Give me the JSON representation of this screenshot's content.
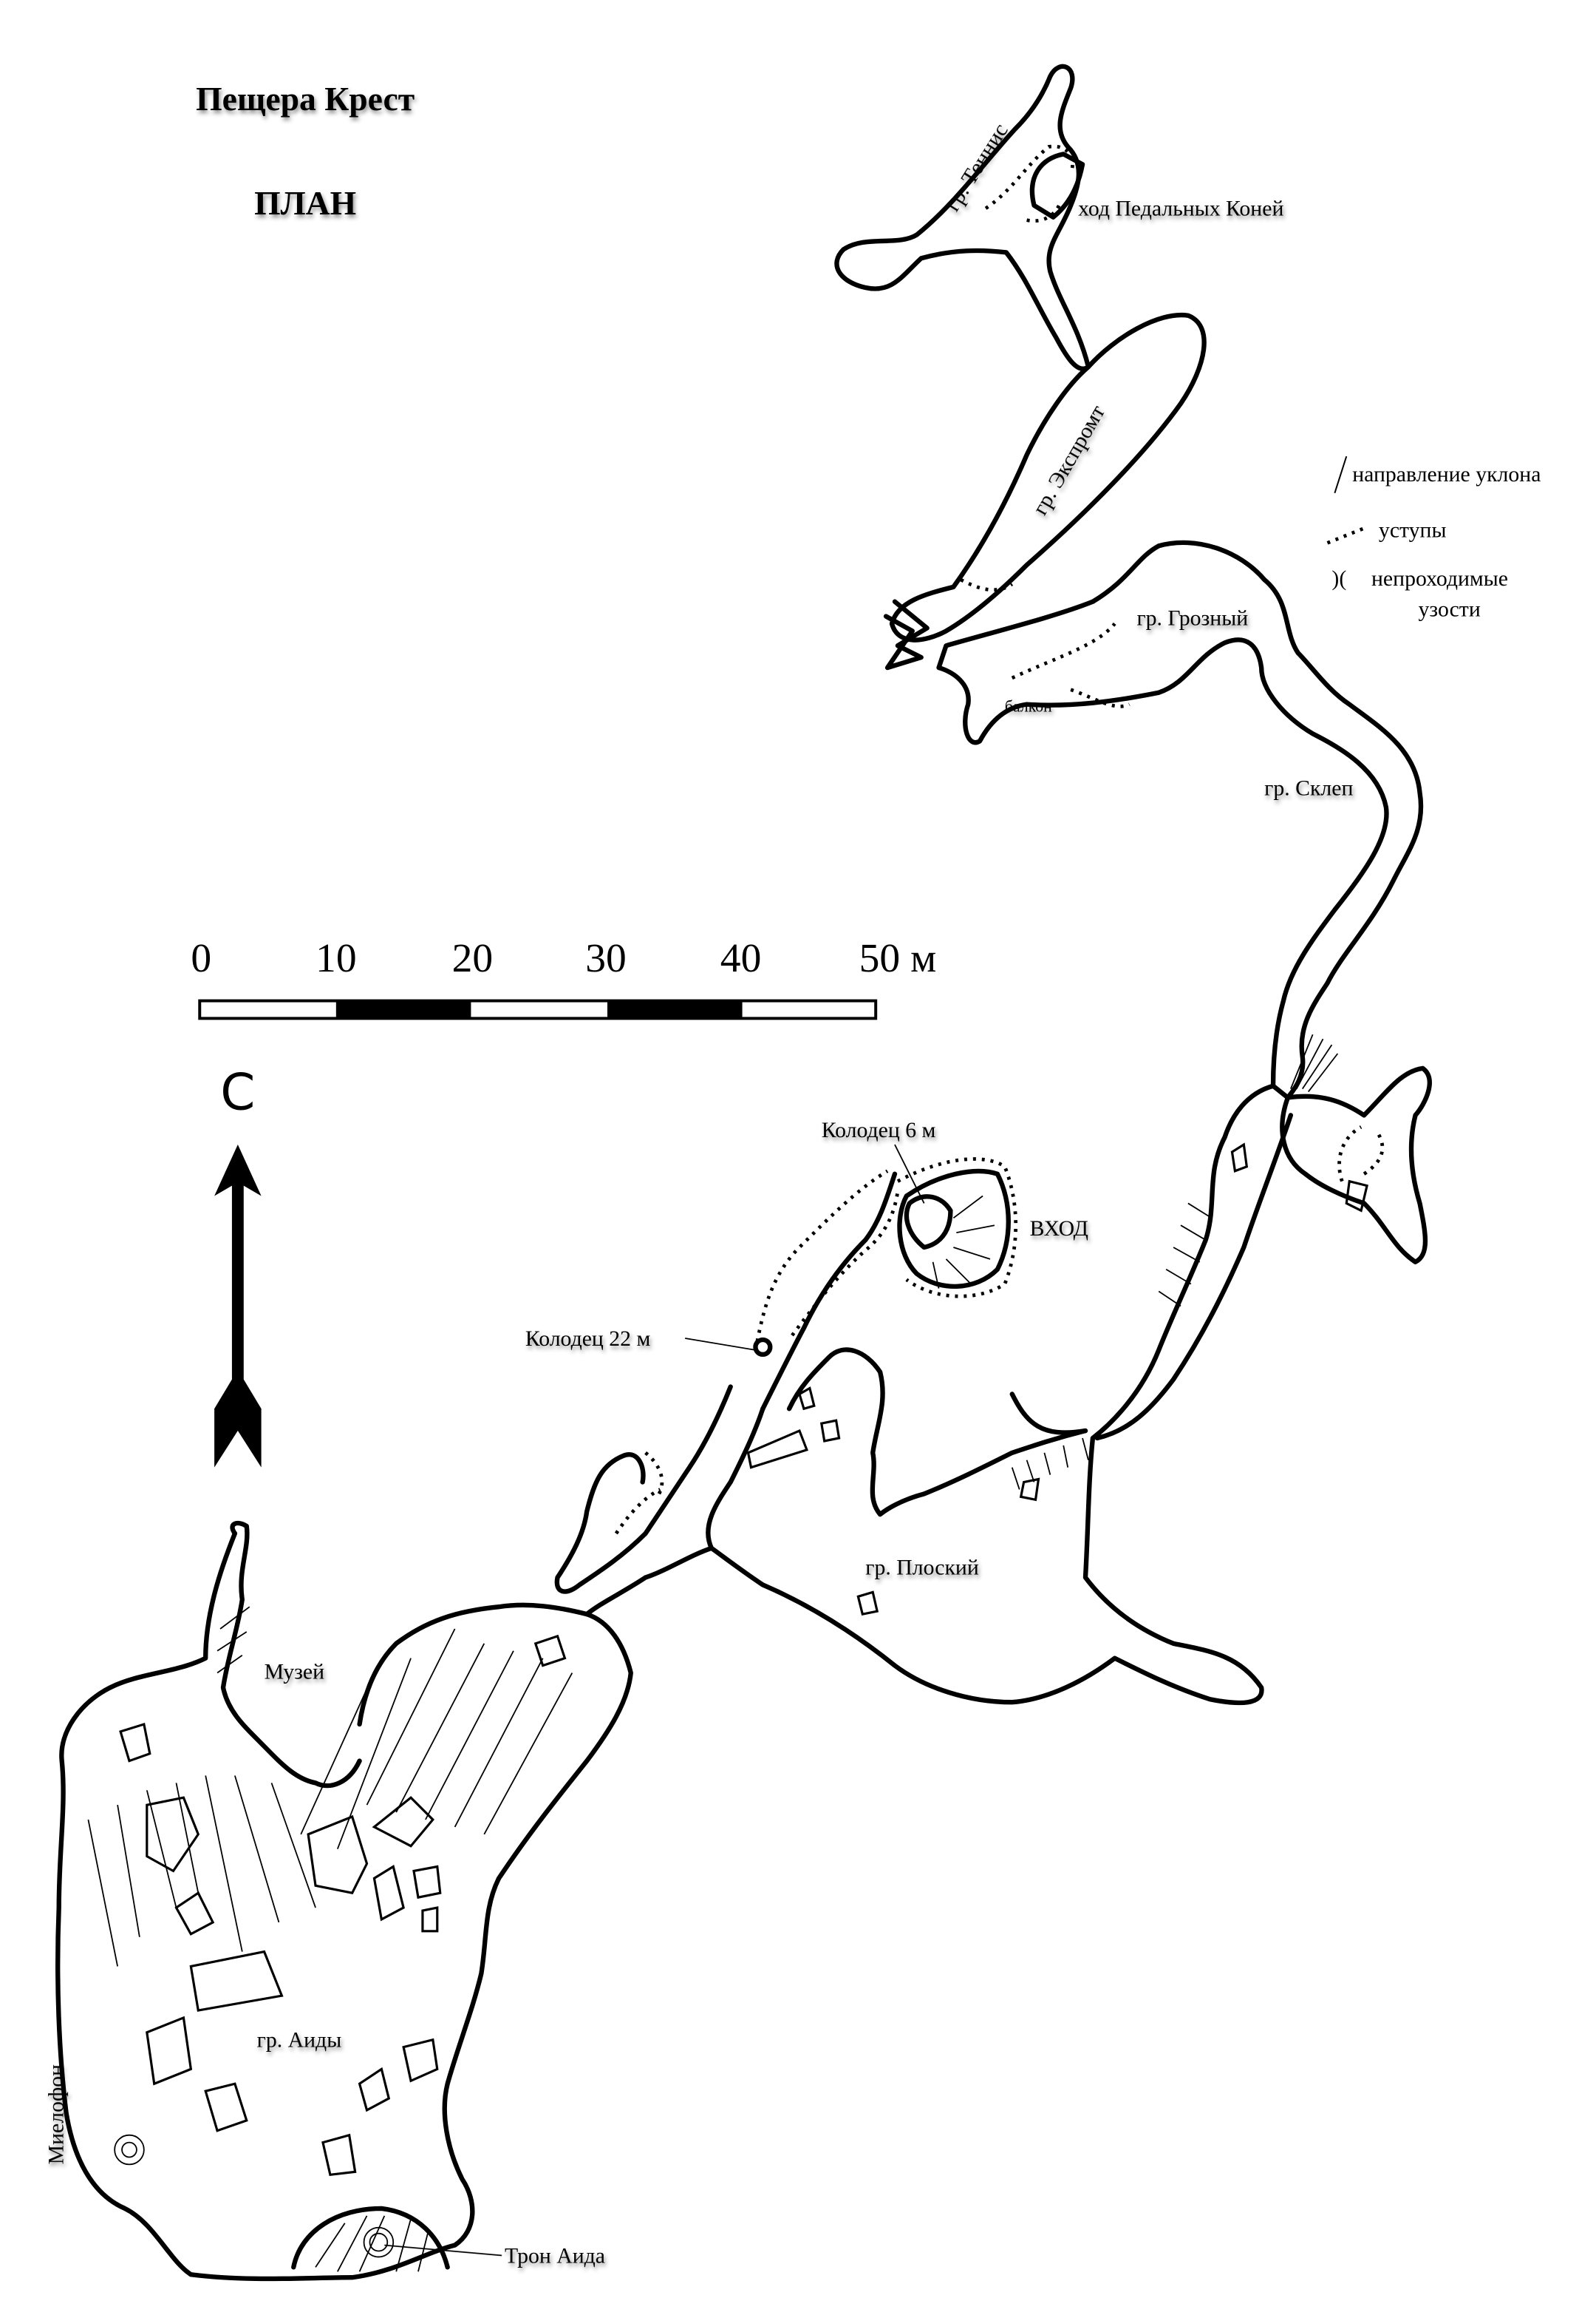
{
  "title": "Пещера Крест",
  "subtitle": "ПЛАН",
  "labels": {
    "tennis": "гр. Теннис",
    "pedal": "ход Педальных Коней",
    "expromt": "гр. Экспромт",
    "grozny": "гр. Грозный",
    "balcony": "балкон",
    "sklep": "гр. Склеп",
    "well6": "Колодец 6 м",
    "entrance": "ВХОД",
    "well22": "Колодец 22 м",
    "ploskiy": "гр. Плоский",
    "museum": "Музей",
    "aidy": "гр. Аиды",
    "mielofon": "Миелофон",
    "throne": "Трон Аида"
  },
  "legend": {
    "slope": "направление уклона",
    "ledges": "уступы",
    "narrow_1": "непроходимые",
    "narrow_2": "узости"
  },
  "scale_bar": {
    "ticks": [
      "0",
      "10",
      "20",
      "30",
      "40",
      "50 м"
    ]
  },
  "north": {
    "letter": "С"
  }
}
